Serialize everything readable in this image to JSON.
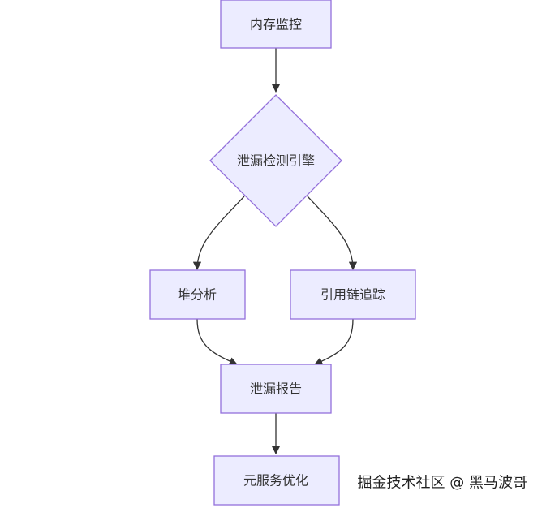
{
  "colors": {
    "node_fill": "#ECECFF",
    "node_stroke": "#9370DB",
    "edge": "#333333",
    "text": "#333333"
  },
  "nodes": {
    "memory_monitor": "内存监控",
    "leak_engine": "泄漏检测引擎",
    "heap_analysis": "堆分析",
    "ref_chain": "引用链追踪",
    "leak_report": "泄漏报告",
    "meta_optimize": "元服务优化"
  },
  "watermark": "掘金技术社区 @ 黑马波哥"
}
